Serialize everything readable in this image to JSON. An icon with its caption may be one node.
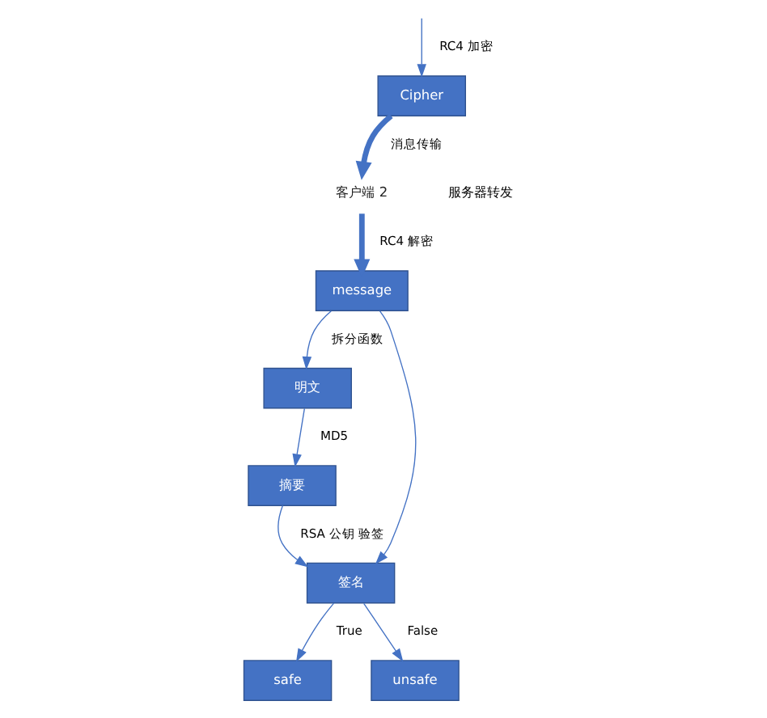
{
  "diagram": {
    "nodes": [
      {
        "text": [
          "Cipher"
        ]
      },
      {
        "text": [
          "客户端 2"
        ]
      },
      {
        "text": [
          "message"
        ]
      },
      {
        "text": [
          "明文"
        ]
      },
      {
        "text": [
          "摘要"
        ]
      },
      {
        "text": [
          "签名"
        ]
      },
      {
        "text": [
          "safe"
        ]
      },
      {
        "text": [
          "unsafe"
        ]
      }
    ],
    "edges": [
      {
        "from": null,
        "to": 0,
        "arrow": "to",
        "label": "RC4 加密"
      },
      {
        "from": 0,
        "to": 1,
        "arrow": "to",
        "label": "消息传输",
        "style": "thick"
      },
      {
        "from": 1,
        "to": 2,
        "arrow": "to",
        "label": "RC4 解密",
        "style": "thick"
      },
      {
        "from": 2,
        "to": 3,
        "arrow": "to",
        "label": "拆分函数"
      },
      {
        "from": 2,
        "to": 5,
        "arrow": "to"
      },
      {
        "from": 3,
        "to": 4,
        "arrow": "to",
        "label": "MD5"
      },
      {
        "from": 4,
        "to": 5,
        "arrow": "to",
        "label": "RSA 公钥 验签"
      },
      {
        "from": 5,
        "to": 6,
        "arrow": "to",
        "label": "True"
      },
      {
        "from": 5,
        "to": 7,
        "arrow": "to",
        "label": "False"
      }
    ],
    "labels": [
      "服务器转发"
    ]
  }
}
